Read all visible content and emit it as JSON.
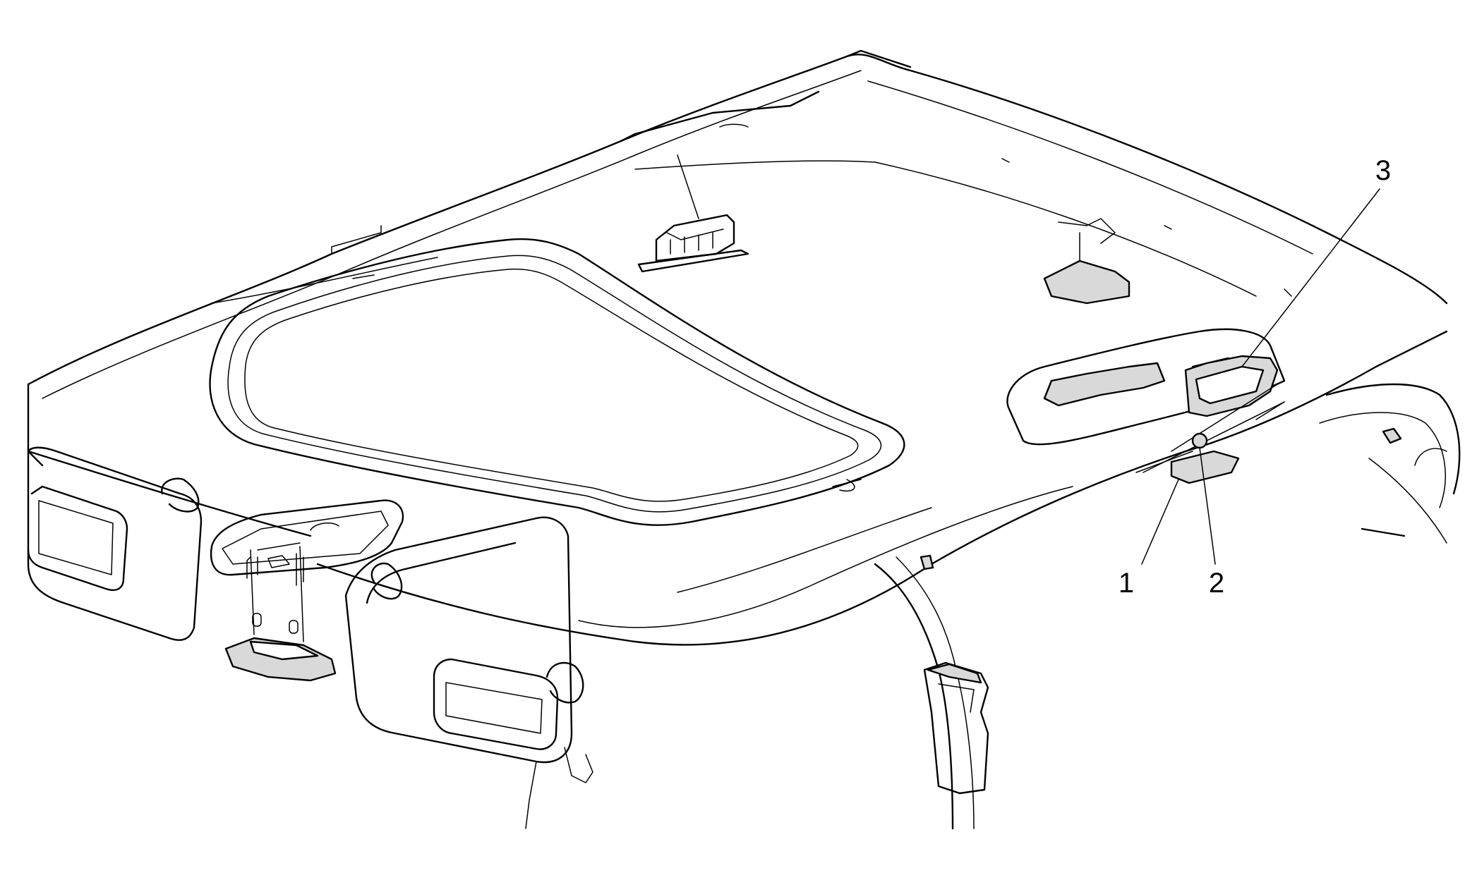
{
  "figure": {
    "callouts": [
      {
        "id": "1",
        "label": "1"
      },
      {
        "id": "2",
        "label": "2"
      },
      {
        "id": "3",
        "label": "3"
      }
    ],
    "colors": {
      "line": "#000000",
      "background": "#ffffff",
      "shade": "#d9d9d9"
    }
  }
}
